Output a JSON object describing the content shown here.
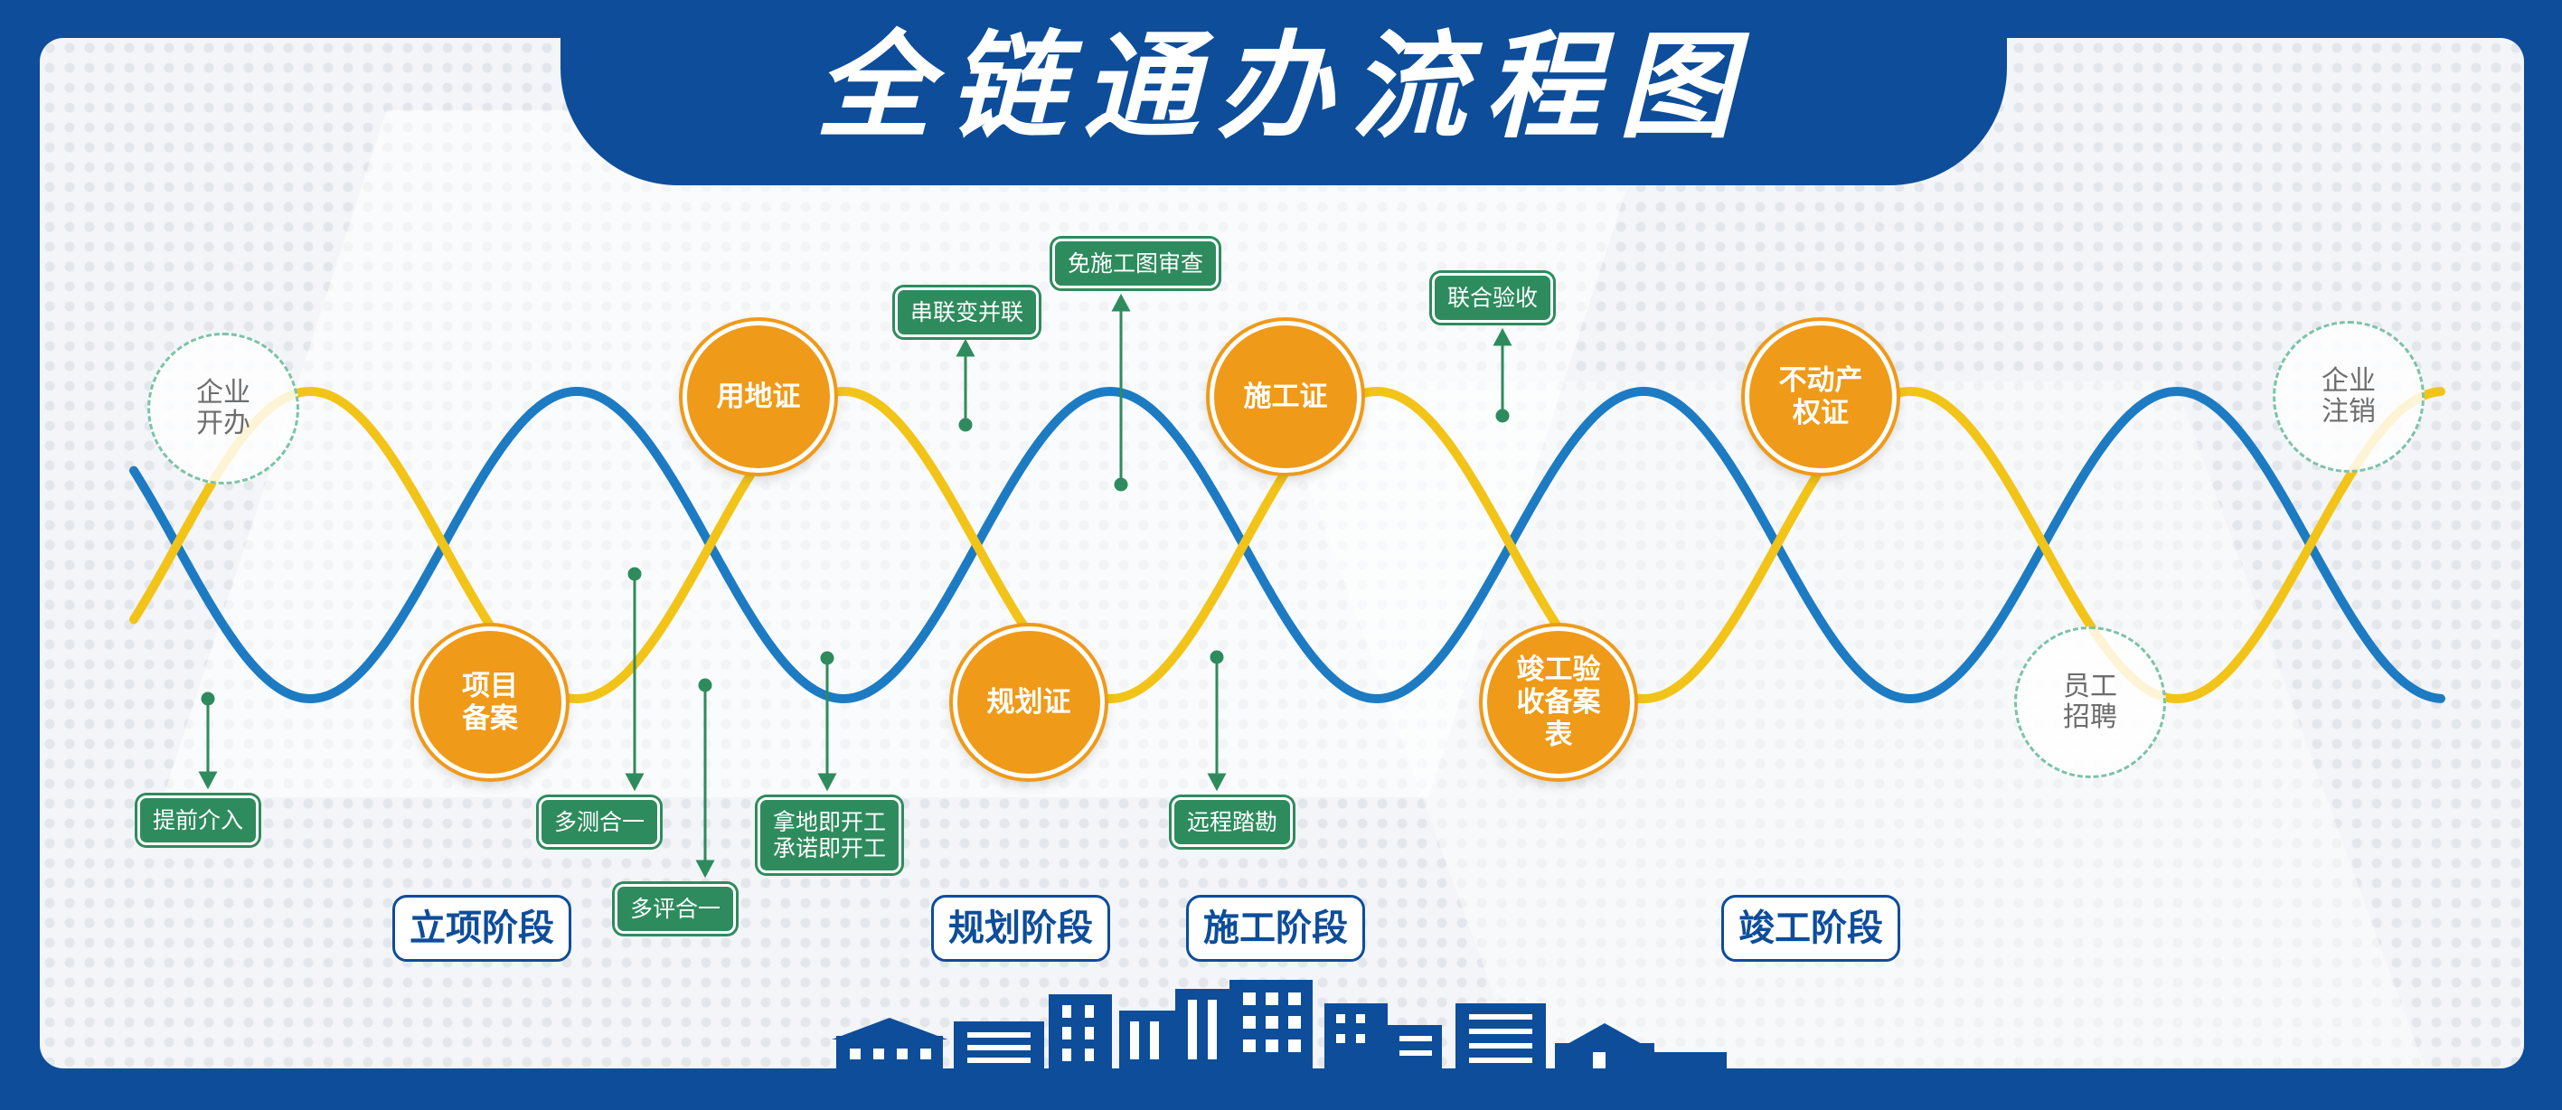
{
  "title": "全链通办流程图",
  "colors": {
    "frame_blue": "#0d4d9a",
    "wave_blue": "#1c7bc2",
    "wave_yellow": "#f2c418",
    "node_orange": "#ef9a18",
    "tag_green": "#2e8b5d",
    "ghost_border": "#7cc3a6"
  },
  "nodes": {
    "start": "企业\n开办",
    "project_filing": "项目\n备案",
    "land_permit": "用地证",
    "planning_permit": "规划证",
    "construction_permit": "施工证",
    "completion_filing": "竣工验\n收备案\n表",
    "property_cert": "不动产\n权证",
    "hiring": "员工\n招聘",
    "end": "企业\n注销"
  },
  "tags": {
    "early_intervention": "提前介入",
    "multi_survey": "多测合一",
    "multi_review": "多评合一",
    "land_start": "拿地即开工\n承诺即开工",
    "serial_to_parallel": "串联变并联",
    "drawing_review_exempt": "免施工图审查",
    "remote_survey": "远程踏勘",
    "joint_acceptance": "联合验收"
  },
  "stages": {
    "approval": "立项阶段",
    "planning": "规划阶段",
    "construction": "施工阶段",
    "completion": "竣工阶段"
  }
}
